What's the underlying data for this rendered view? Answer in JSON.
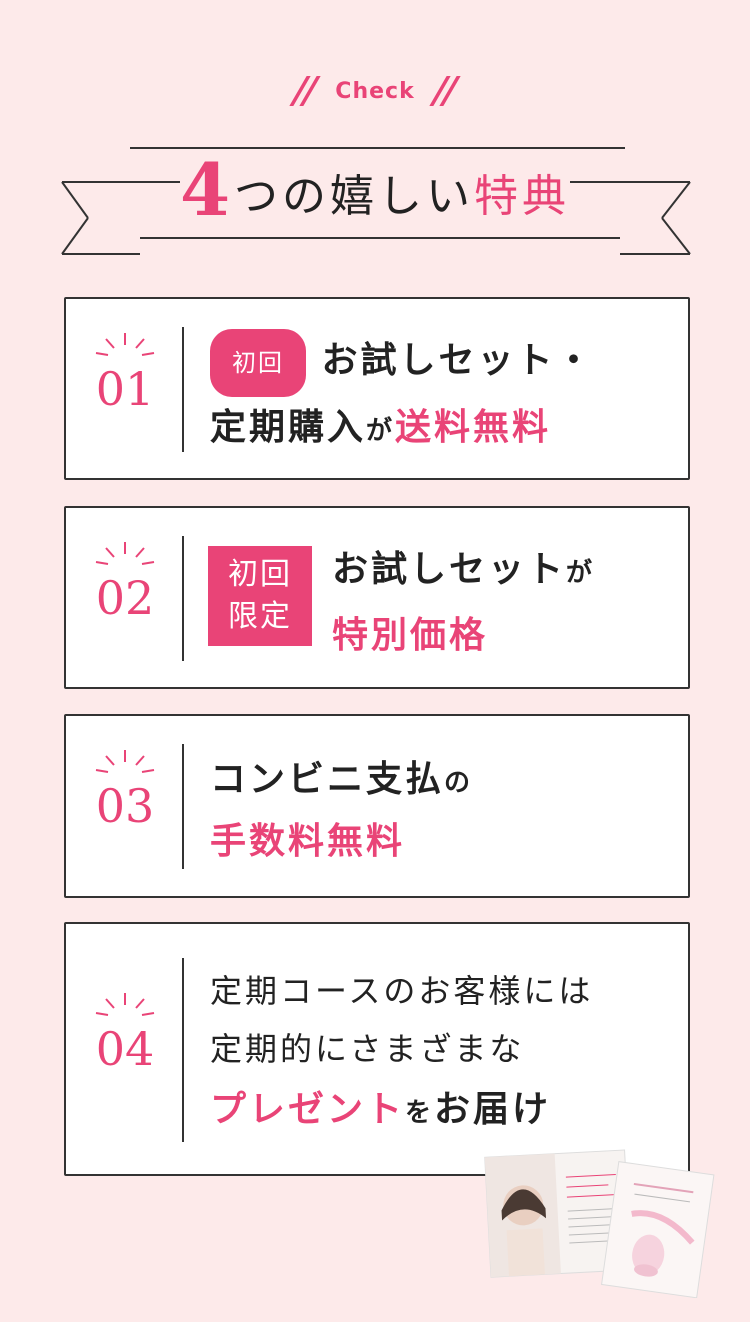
{
  "header": {
    "check": "Check",
    "title_num": "4",
    "title_mid": "つの嬉しい",
    "title_end": "特典"
  },
  "cards": [
    {
      "num": "01",
      "badge": "初回",
      "line1": "お試しセット・",
      "line2a": "定期購入",
      "line2b": "が",
      "line2c": "送料無料"
    },
    {
      "num": "02",
      "badge1": "初回",
      "badge2": "限定",
      "line1a": "お試しセット",
      "line1b": "が",
      "line2": "特別価格"
    },
    {
      "num": "03",
      "line1a": "コンビニ支払",
      "line1b": "の",
      "line2": "手数料無料"
    },
    {
      "num": "04",
      "line1": "定期コースのお客様には",
      "line2": "定期的にさまざまな",
      "line3a": "プレゼント",
      "line3b": "を",
      "line3c": "お届け"
    }
  ],
  "colors": {
    "accent": "#e94477",
    "background": "#fdeaea",
    "border": "#333333"
  }
}
